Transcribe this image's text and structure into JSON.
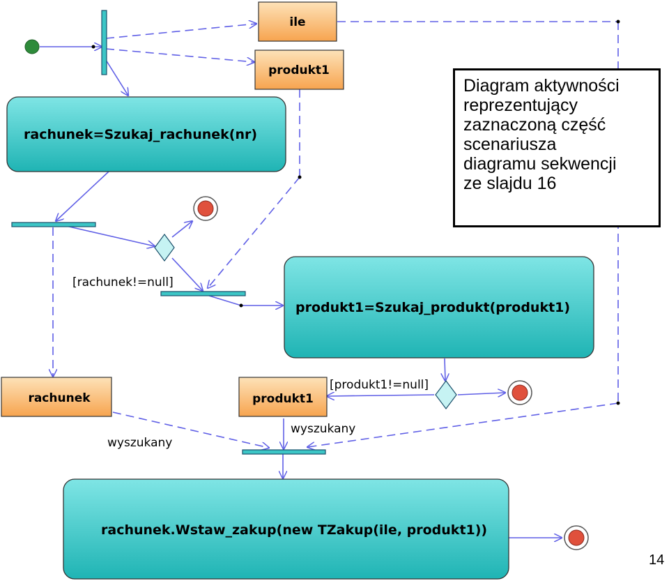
{
  "diagram": {
    "actions": {
      "szukaj_rachunek": "rachunek=Szukaj_rachunek(nr)",
      "szukaj_produkt": "produkt1=Szukaj_produkt(produkt1)",
      "wstaw_zakup": "rachunek.Wstaw_zakup(new TZakup(ile, produkt1))"
    },
    "objects": {
      "ile": "ile",
      "produkt1_top": "produkt1",
      "rachunek": "rachunek",
      "produkt1_bottom": "produkt1"
    },
    "guards": {
      "rachunek_not_null": "[rachunek!=null]",
      "produkt1_not_null": "[produkt1!=null]"
    },
    "states": {
      "wyszukany_left": "wyszukany",
      "wyszukany_right": "wyszukany"
    }
  },
  "note": {
    "lines": [
      "Diagram aktywności",
      "reprezentujący",
      "zaznaczoną część",
      "scenariusza",
      "diagramu sekwencji",
      "ze slajdu 16"
    ]
  },
  "page_number": "14",
  "colors": {
    "action_fill": "#33c3c3",
    "object_fill": "#f9b56a",
    "bar_fill": "#3cc6c6",
    "flow": "#5f5fe6",
    "start": "#2e8b3a",
    "end": "#e0503c"
  }
}
